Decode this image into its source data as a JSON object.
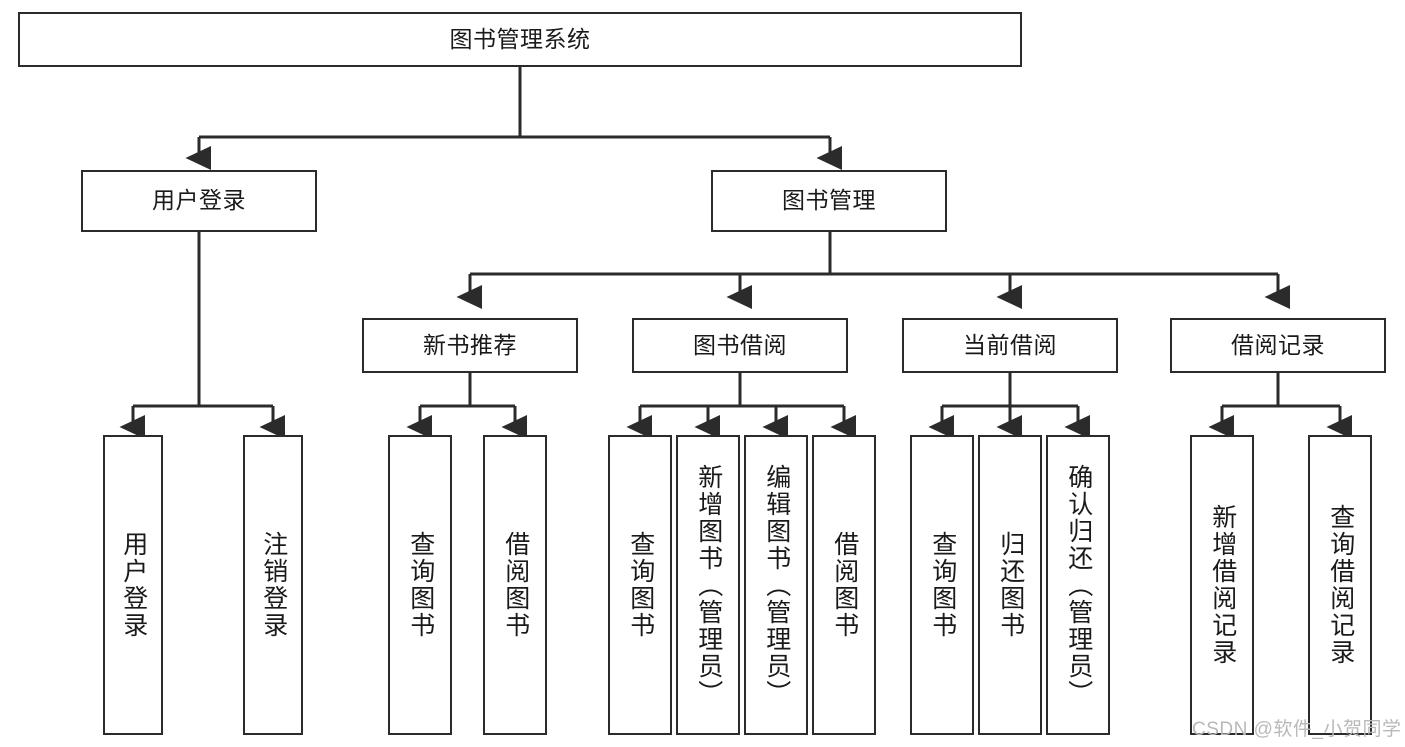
{
  "diagram": {
    "title": "图书管理系统",
    "type": "tree-hierarchy-diagram",
    "root": {
      "label": "图书管理系统"
    },
    "level2": [
      {
        "label": "用户登录"
      },
      {
        "label": "图书管理"
      }
    ],
    "level3": [
      {
        "label": "新书推荐"
      },
      {
        "label": "图书借阅"
      },
      {
        "label": "当前借阅"
      },
      {
        "label": "借阅记录"
      }
    ],
    "leaves": {
      "user_login": [
        {
          "label": "用户登录"
        },
        {
          "label": "注销登录"
        }
      ],
      "new_book_recommend": [
        {
          "label": "查询图书"
        },
        {
          "label": "借阅图书"
        }
      ],
      "book_borrow": [
        {
          "label": "查询图书"
        },
        {
          "label": "新增图书（管理员）"
        },
        {
          "label": "编辑图书（管理员）"
        },
        {
          "label": "借阅图书"
        }
      ],
      "current_borrow": [
        {
          "label": "查询图书"
        },
        {
          "label": "归还图书"
        },
        {
          "label": "确认归还（管理员）"
        }
      ],
      "borrow_record": [
        {
          "label": "新增借阅记录"
        },
        {
          "label": "查询借阅记录"
        }
      ]
    },
    "watermark": "CSDN @软件_小贺同学",
    "colors": {
      "stroke": "#2b2b2b",
      "fill": "#ffffff",
      "text": "#1a1a1a",
      "watermark": "#b9b9b9"
    }
  }
}
